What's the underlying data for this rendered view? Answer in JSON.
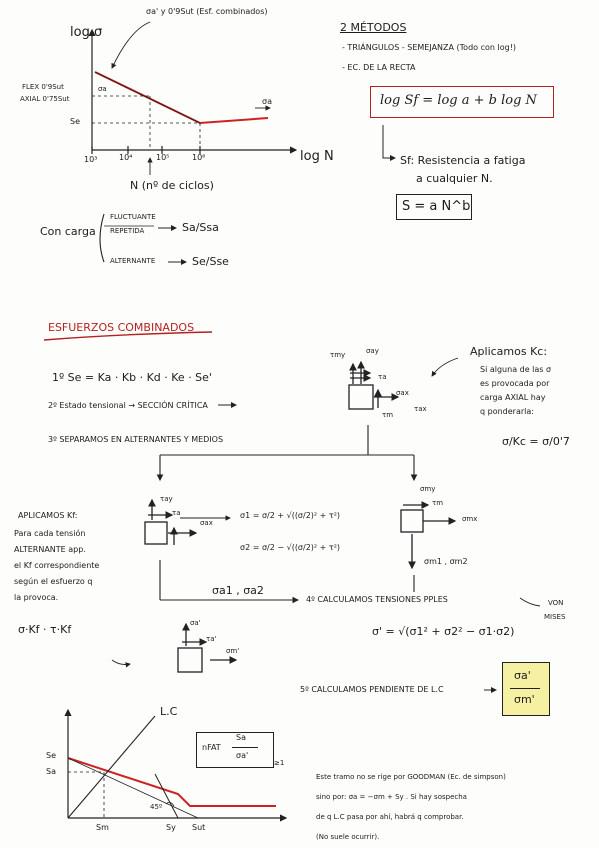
{
  "top_graph": {
    "y_axis_label": "log σ",
    "top_note": "σa' y 0'9Sut (Esf. combinados)",
    "flex_label": "FLEX 0'9Sut",
    "axial_label": "AXIAL 0'75Sut",
    "sa_label": "σa",
    "se_label": "Se",
    "sigma_a_end": "σa",
    "ticks": [
      "10³",
      "10⁴",
      "10⁵",
      "10⁶"
    ],
    "x_axis_label": "log N",
    "n_label": "N (nº de ciclos)"
  },
  "methods": {
    "title": "2 MÉTODOS",
    "item1": "- TRIÁNGULOS - SEMEJANZA (Todo con log!)",
    "item2": "- EC. DE LA RECTA",
    "equation": "log Sf = log a + b log N",
    "sf_def": "Sf: Resistencia a fatiga",
    "sf_def2": "a cualquier N.",
    "formula": "S = a N^b"
  },
  "carga": {
    "label": "Con carga",
    "fluct": "FLUCTUANTE",
    "repet": "REPETIDA",
    "ratio1": "Sa/Ssa",
    "altern": "ALTERNANTE",
    "ratio2": "Se/Sse"
  },
  "combined": {
    "title": "ESFUERZOS COMBINADOS",
    "step1": "1º Se = Ka · Kb · Kd · Ke · Se'",
    "step2": "2º Estado tensional → SECCIÓN CRÍTICA",
    "step3": "3º SEPARAMOS EN ALTERNANTES Y MEDIOS",
    "tau_my": "τmy",
    "sigma_ay": "σay",
    "tau_a": "τa",
    "sigma_ax": "σax",
    "tau_m": "τm",
    "tau_ax": "τax"
  },
  "kc_note": {
    "title": "Aplicamos Kc:",
    "line1": "Si alguna de las σ",
    "line2": "es provocada por",
    "line3": "carga AXIAL hay",
    "line4": "q ponderarla:",
    "formula": "σ/Kc = σ/0'7"
  },
  "kf_note": {
    "title": "APLICAMOS Kf:",
    "line1": "Para cada tensión",
    "line2": "ALTERNANTE app.",
    "line3": "el Kf correspondiente",
    "line4": "según el esfuerzo q",
    "line5": "la provoca.",
    "formula": "σ·Kf · τ·Kf"
  },
  "stress_alt": {
    "tau_ay": "τay",
    "tau_a": "τa",
    "sigma_ax": "σax",
    "sigma1": "σ1 = σ/2 + √((σ/2)² + τ²)",
    "sigma2": "σ2 = σ/2 − √((σ/2)² + τ²)",
    "result": "σa1 , σa2"
  },
  "stress_med": {
    "sigma_my": "σmy",
    "tau_m": "τm",
    "sigma_mx": "σmx",
    "result": "σm1 , σm2"
  },
  "step4": {
    "title": "4º CALCULAMOS TENSIONES PPLES",
    "von": "VON",
    "mises": "MISES",
    "formula": "σ' = √(σ1² + σ2² − σ1·σ2)"
  },
  "small_elem": {
    "sigma_a": "σa'",
    "tau_a": "τa'",
    "sigma_m": "σm'"
  },
  "step5": {
    "title": "5º CALCULAMOS PENDIENTE DE L.C",
    "num": "σa'",
    "den": "σm'"
  },
  "goodman": {
    "lc_label": "L.C",
    "se_label": "Se",
    "sa_label": "Sa",
    "sm_label": "Sm",
    "sy_label": "Sy",
    "sut_label": "Sut",
    "angle": "45º",
    "nfat": "nFAT",
    "num": "Sa",
    "den": "σa'",
    "geq": "≥1"
  },
  "footnote": {
    "line1": "Este tramo no se rige por GOODMAN (Ec. de simpson)",
    "line2": "sino por: σa = −σm + Sy . Si hay sospecha",
    "line3": "de q L.C pasa por ahí, habrá q comprobar.",
    "line4": "(No suele ocurrir)."
  }
}
